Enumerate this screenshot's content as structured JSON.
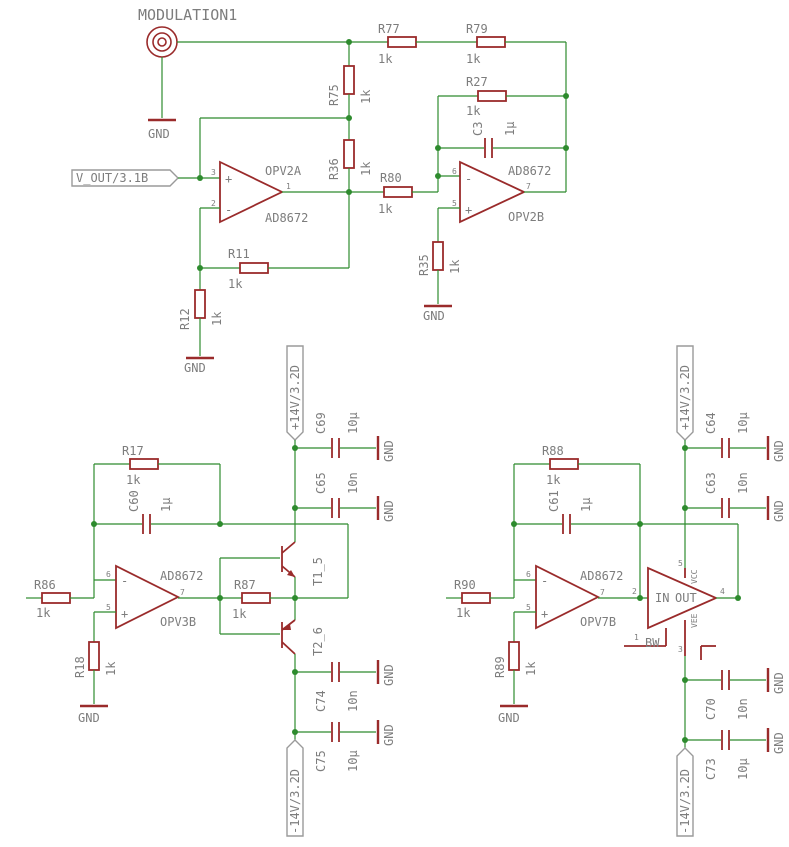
{
  "connector": {
    "name": "MODULATION1"
  },
  "labels": {
    "gnd": "GND",
    "v_out": "V_OUT/3.1B",
    "vpos": "+14V/3.2D",
    "vneg": "-14V/3.2D"
  },
  "opamps": [
    {
      "ref": "OPV2A",
      "part": "AD8672"
    },
    {
      "ref": "OPV2B",
      "part": "AD8672"
    },
    {
      "ref": "OPV3B",
      "part": "AD8672"
    },
    {
      "ref": "OPV7B",
      "part": "AD8672"
    }
  ],
  "resistors": {
    "R77": {
      "ref": "R77",
      "val": "1k"
    },
    "R79": {
      "ref": "R79",
      "val": "1k"
    },
    "R27": {
      "ref": "R27",
      "val": "1k"
    },
    "R75": {
      "ref": "R75",
      "val": "1k"
    },
    "R36": {
      "ref": "R36",
      "val": "1k"
    },
    "R80": {
      "ref": "R80",
      "val": "1k"
    },
    "R11": {
      "ref": "R11",
      "val": "1k"
    },
    "R12": {
      "ref": "R12",
      "val": "1k"
    },
    "R35": {
      "ref": "R35",
      "val": "1k"
    },
    "R17": {
      "ref": "R17",
      "val": "1k"
    },
    "R86": {
      "ref": "R86",
      "val": "1k"
    },
    "R87": {
      "ref": "R87",
      "val": "1k"
    },
    "R18": {
      "ref": "R18",
      "val": "1k"
    },
    "R88": {
      "ref": "R88",
      "val": "1k"
    },
    "R90": {
      "ref": "R90",
      "val": "1k"
    },
    "R89": {
      "ref": "R89",
      "val": "1k"
    }
  },
  "capacitors": {
    "C3": {
      "ref": "C3",
      "val": "1µ"
    },
    "C60": {
      "ref": "C60",
      "val": "1µ"
    },
    "C69": {
      "ref": "C69",
      "val": "10µ"
    },
    "C65": {
      "ref": "C65",
      "val": "10n"
    },
    "C74": {
      "ref": "C74",
      "val": "10n"
    },
    "C75": {
      "ref": "C75",
      "val": "10µ"
    },
    "C61": {
      "ref": "C61",
      "val": "1µ"
    },
    "C64": {
      "ref": "C64",
      "val": "10µ"
    },
    "C63": {
      "ref": "C63",
      "val": "10n"
    },
    "C70": {
      "ref": "C70",
      "val": "10n"
    },
    "C73": {
      "ref": "C73",
      "val": "10µ"
    }
  },
  "transistors": {
    "T1": "T1_5",
    "T2": "T2_6"
  },
  "buffer": {
    "in": "IN",
    "out": "OUT",
    "vcc": "VCC",
    "vee": "VEE",
    "bw": "BW"
  },
  "pins": {
    "p1": "1",
    "p2": "2",
    "p3": "3",
    "p4": "4",
    "p5": "5",
    "p6": "6",
    "p7": "7"
  },
  "signs": {
    "plus": "+",
    "minus": "-"
  }
}
